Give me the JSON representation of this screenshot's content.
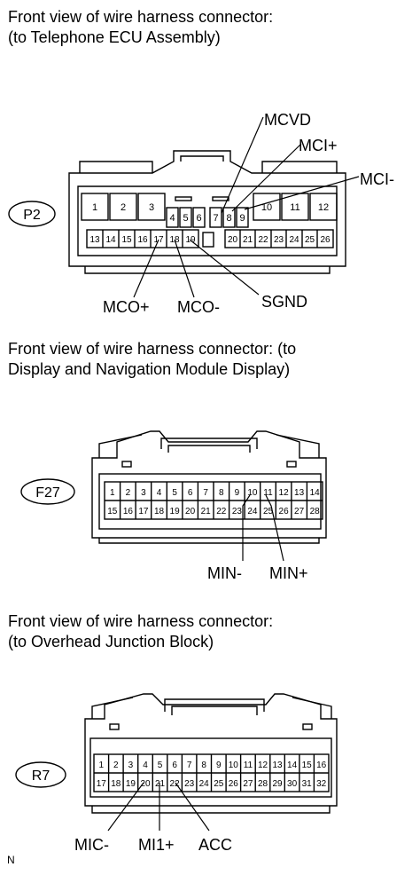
{
  "sections": [
    {
      "title": "Front view of wire harness connector:\n(to Telephone ECU Assembly)",
      "connector_id": "P2",
      "top_row": [
        "1",
        "2",
        "3",
        "4",
        "5",
        "6",
        "7",
        "8",
        "9",
        "10",
        "11",
        "12"
      ],
      "bottom_row": [
        "13",
        "14",
        "15",
        "16",
        "17",
        "18",
        "19",
        "20",
        "21",
        "22",
        "23",
        "24",
        "25",
        "26"
      ],
      "labels": {
        "mcvd": "MCVD",
        "mci_plus": "MCI+",
        "mci_minus": "MCI-",
        "mco_plus": "MCO+",
        "mco_minus": "MCO-",
        "sgnd": "SGND"
      }
    },
    {
      "title": "Front view of wire harness connector: (to\nDisplay and Navigation Module Display)",
      "connector_id": "F27",
      "top_row": [
        "1",
        "2",
        "3",
        "4",
        "5",
        "6",
        "7",
        "8",
        "9",
        "10",
        "11",
        "12",
        "13",
        "14"
      ],
      "bottom_row": [
        "15",
        "16",
        "17",
        "18",
        "19",
        "20",
        "21",
        "22",
        "23",
        "24",
        "25",
        "26",
        "27",
        "28"
      ],
      "labels": {
        "min_minus": "MIN-",
        "min_plus": "MIN+"
      }
    },
    {
      "title": "Front view of wire harness connector:\n(to Overhead Junction Block)",
      "connector_id": "R7",
      "top_row": [
        "1",
        "2",
        "3",
        "4",
        "5",
        "6",
        "7",
        "8",
        "9",
        "10",
        "11",
        "12",
        "13",
        "14",
        "15",
        "16"
      ],
      "bottom_row": [
        "17",
        "18",
        "19",
        "20",
        "21",
        "22",
        "23",
        "24",
        "25",
        "26",
        "27",
        "28",
        "29",
        "30",
        "31",
        "32"
      ],
      "labels": {
        "mic_minus": "MIC-",
        "mi1_plus": "MI1+",
        "acc": "ACC"
      }
    }
  ],
  "footer": "N"
}
